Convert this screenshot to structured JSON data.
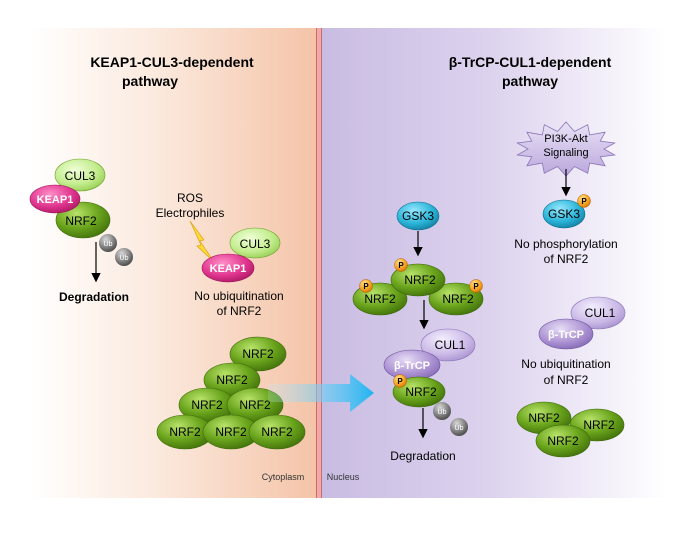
{
  "titles": {
    "left_line1": "KEAP1-CUL3-dependent",
    "left_line2": "pathway",
    "right_line1": "β-TrCP-CUL1-dependent",
    "right_line2": "pathway"
  },
  "compartments": {
    "cytoplasm": "Cytoplasm",
    "nucleus": "Nucleus"
  },
  "proteins": {
    "cul3": "CUL3",
    "keap1": "KEAP1",
    "nrf2": "NRF2",
    "ub": "Ub",
    "gsk3": "GSK3",
    "cul1": "CUL1",
    "btrcp": "β-TrCP",
    "p": "P"
  },
  "labels": {
    "degradation_left": "Degradation",
    "ros_line1": "ROS",
    "ros_line2": "Electrophiles",
    "no_ub_left_1": "No ubiquitination",
    "no_ub_left_2": "of NRF2",
    "pi3k_line1": "PI3K-Akt",
    "pi3k_line2": "Signaling",
    "no_phos_1": "No phosphorylation",
    "no_phos_2": "of NRF2",
    "no_ub_right_1": "No ubiquitination",
    "no_ub_right_2": "of NRF2",
    "degradation_right": "Degradation"
  },
  "colors": {
    "nrf2_green": "#5f9a16",
    "keap1_magenta": "#e0358f",
    "cul3_lightgreen": "#bde88a",
    "gsk3_cyan": "#29b4d8",
    "btrcp_lavender": "#a98fd0",
    "cul1_lavender": "#cab8e6",
    "ub_gray": "#7a7a7a",
    "phospho_orange": "#f4a020",
    "cytoplasm_bg": "#f6cfb6",
    "nucleus_bg": "#d6cbe8"
  }
}
